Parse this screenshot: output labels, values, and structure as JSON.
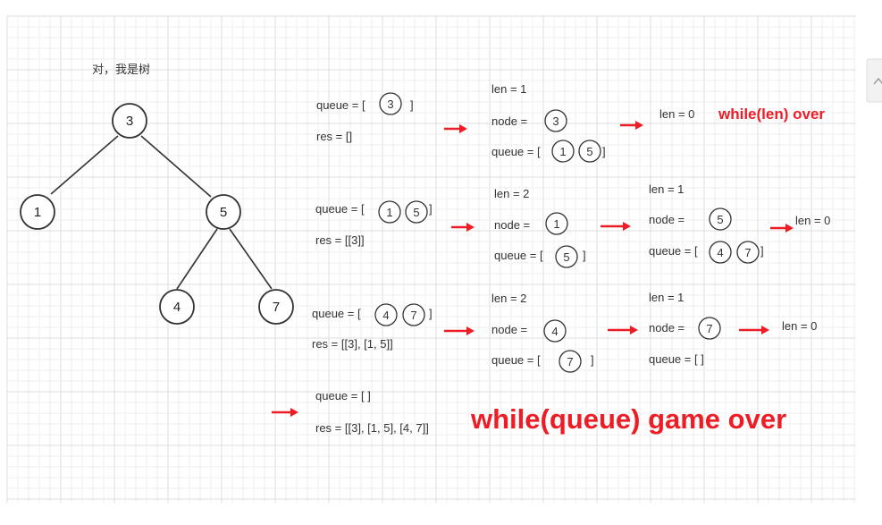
{
  "title": "对，我是树",
  "accent_color": "#ee1c25",
  "tree": {
    "nodes": [
      {
        "id": "n3",
        "value": "3"
      },
      {
        "id": "n1",
        "value": "1"
      },
      {
        "id": "n5",
        "value": "5"
      },
      {
        "id": "n4",
        "value": "4"
      },
      {
        "id": "n7",
        "value": "7"
      }
    ],
    "edges": [
      [
        "n3",
        "n1"
      ],
      [
        "n3",
        "n5"
      ],
      [
        "n5",
        "n4"
      ],
      [
        "n5",
        "n7"
      ]
    ]
  },
  "row1": {
    "queue_prefix": "queue = [",
    "queue_suffix": "]",
    "queue_items": [
      "3"
    ],
    "res": "res = []",
    "step1": {
      "len": "len = 1",
      "node_prefix": "node =",
      "node_value": "3",
      "queue_prefix": "queue = [",
      "queue_suffix": "]",
      "queue_items": [
        "1",
        "5"
      ]
    },
    "step2": {
      "len": "len = 0"
    },
    "note": "while(len)  over"
  },
  "row2": {
    "queue_prefix": "queue = [",
    "queue_suffix": "]",
    "queue_items": [
      "1",
      "5"
    ],
    "res": "res = [[3]]",
    "step1": {
      "len": "len = 2",
      "node_prefix": "node =",
      "node_value": "1",
      "queue_prefix": "queue = [",
      "queue_suffix": "]",
      "queue_items": [
        "5"
      ]
    },
    "step2": {
      "len": "len = 1",
      "node_prefix": "node =",
      "node_value": "5",
      "queue_prefix": "queue = [",
      "queue_suffix": "]",
      "queue_items": [
        "4",
        "7"
      ]
    },
    "step3": {
      "len": "len = 0"
    }
  },
  "row3": {
    "queue_prefix": "queue = [",
    "queue_suffix": "]",
    "queue_items": [
      "4",
      "7"
    ],
    "res": "res = [[3], [1, 5]]",
    "step1": {
      "len": "len = 2",
      "node_prefix": "node =",
      "node_value": "4",
      "queue_prefix": "queue = [",
      "queue_suffix": "]",
      "queue_items": [
        "7"
      ]
    },
    "step2": {
      "len": "len = 1",
      "node_prefix": "node =",
      "node_value": "7",
      "queue_text": "queue = [ ]"
    },
    "step3": {
      "len": "len = 0"
    }
  },
  "row4": {
    "queue_text": "queue = [  ]",
    "res": "res = [[3], [1, 5], [4, 7]]",
    "note": "while(queue)  game over"
  }
}
